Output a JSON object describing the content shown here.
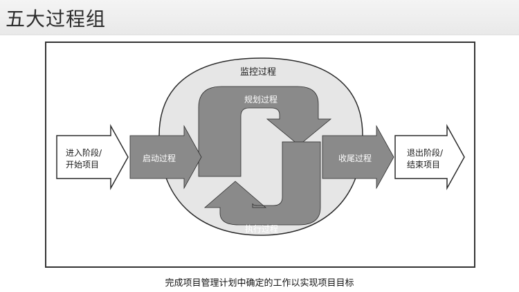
{
  "header": {
    "title": "五大过程组"
  },
  "diagram": {
    "monitor_label": "监控过程",
    "planning_label": "规划过程",
    "executing_label": "执行过程",
    "enter_line1": "进入阶段/",
    "enter_line2": "开始项目",
    "initiating_label": "启动过程",
    "closing_label": "收尾过程",
    "exit_line1": "退出阶段/",
    "exit_line2": "结束项目"
  },
  "caption": "完成项目管理计划中确定的工作以实现项目目标",
  "colors": {
    "arrow_gray": "#8a8a8a",
    "oval_fill": "#e6e6e6",
    "outline": "#2a2a2a"
  }
}
